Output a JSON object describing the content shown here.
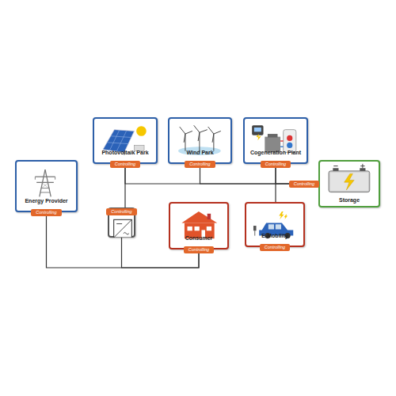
{
  "diagram": {
    "nodes": [
      {
        "text": [
          "Photovoltaik Park",
          "Controlling"
        ]
      },
      {
        "text": [
          "Wind Park",
          "Controlling"
        ]
      },
      {
        "text": [
          "Cogeneration Plant",
          "Controlling"
        ]
      },
      {
        "text": [
          "Energy Provider",
          "Controlling"
        ]
      },
      {
        "text": [
          "Storage"
        ]
      },
      {
        "text": [
          "Controlling"
        ]
      },
      {
        "text": [
          "Consumer",
          "Controlling"
        ]
      },
      {
        "text": [
          "E-Mobility",
          "Controlling"
        ]
      }
    ],
    "edges": [
      {
        "from": 0,
        "to": 4,
        "arrow": "none"
      },
      {
        "from": 1,
        "to": 4,
        "arrow": "none"
      },
      {
        "from": 2,
        "to": 4,
        "arrow": "none"
      },
      {
        "from": 2,
        "to": 7,
        "arrow": "none"
      },
      {
        "from": 0,
        "to": 5,
        "arrow": "none"
      },
      {
        "from": 5,
        "to": 6,
        "arrow": "none"
      },
      {
        "from": 3,
        "to": 6,
        "arrow": "none"
      }
    ],
    "labels": [
      "Controlling"
    ]
  }
}
